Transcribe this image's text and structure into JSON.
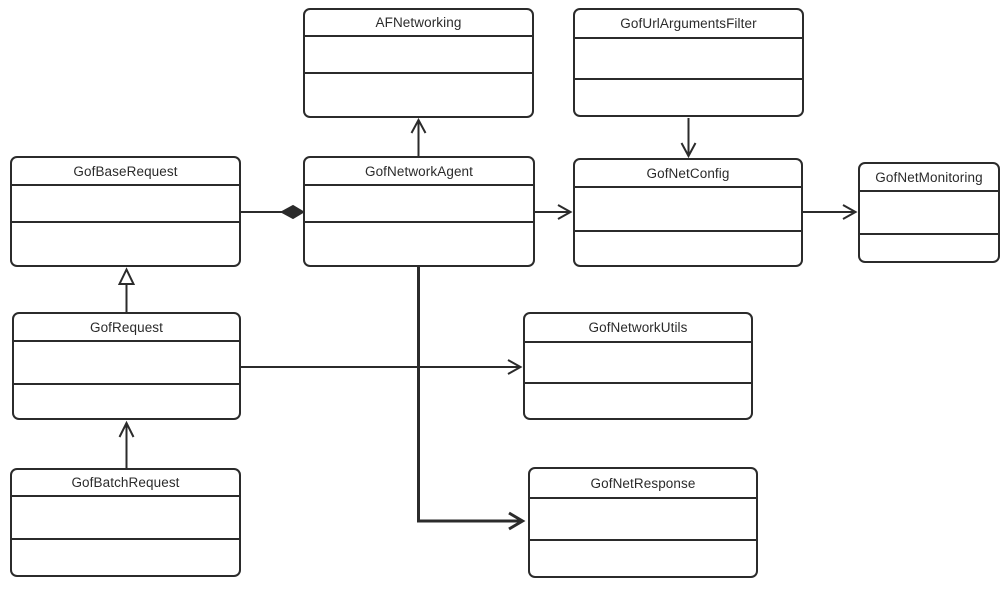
{
  "diagram": {
    "type": "uml-class-diagram",
    "background_color": "#ffffff",
    "stroke_color": "#2b2b2b",
    "text_color": "#2b2b2b",
    "nodes": [
      {
        "id": "afnetworking",
        "label": "AFNetworking"
      },
      {
        "id": "gofurlargumentsfilter",
        "label": "GofUrlArgumentsFilter"
      },
      {
        "id": "gofbaserequest",
        "label": "GofBaseRequest"
      },
      {
        "id": "gofnetworkagent",
        "label": "GofNetworkAgent"
      },
      {
        "id": "gofnetconfig",
        "label": "GofNetConfig"
      },
      {
        "id": "gofnetmonitoring",
        "label": "GofNetMonitoring"
      },
      {
        "id": "gofrequest",
        "label": "GofRequest"
      },
      {
        "id": "gofnetworkutils",
        "label": "GofNetworkUtils"
      },
      {
        "id": "gofbatchrequest",
        "label": "GofBatchRequest"
      },
      {
        "id": "gofnetresponse",
        "label": "GofNetResponse"
      }
    ],
    "edges": [
      {
        "from": "GofNetworkAgent",
        "to": "AFNetworking",
        "arrowhead": "open-arrow",
        "direction": "up"
      },
      {
        "from": "GofUrlArgumentsFilter",
        "to": "GofNetConfig",
        "arrowhead": "open-arrow",
        "direction": "down"
      },
      {
        "from": "GofBaseRequest",
        "to": "GofNetworkAgent",
        "arrowhead": "filled-diamond",
        "direction": "right"
      },
      {
        "from": "GofNetworkAgent",
        "to": "GofNetConfig",
        "arrowhead": "open-arrow",
        "direction": "right"
      },
      {
        "from": "GofNetConfig",
        "to": "GofNetMonitoring",
        "arrowhead": "open-arrow",
        "direction": "right"
      },
      {
        "from": "GofRequest",
        "to": "GofBaseRequest",
        "arrowhead": "hollow-triangle",
        "direction": "up"
      },
      {
        "from": "GofBatchRequest",
        "to": "GofRequest",
        "arrowhead": "open-arrow",
        "direction": "up"
      },
      {
        "from": "GofRequest",
        "to": "GofNetworkUtils",
        "arrowhead": "open-arrow",
        "direction": "right"
      },
      {
        "from": "GofNetworkAgent",
        "to": "GofNetResponse",
        "arrowhead": "open-arrow",
        "direction": "down-then-right",
        "route": "elbow",
        "weight": "thick"
      }
    ]
  }
}
